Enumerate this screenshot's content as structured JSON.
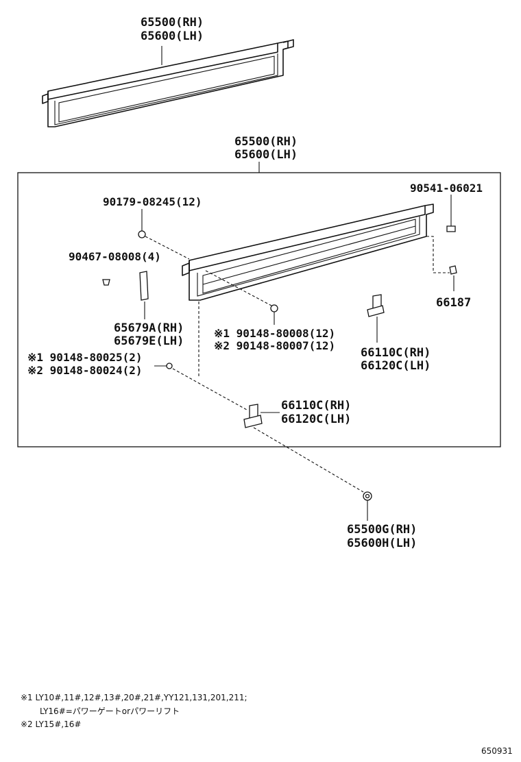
{
  "labels": {
    "top_rh": "65500(RH)",
    "top_lh": "65600(LH)",
    "box_rh": "65500(RH)",
    "box_lh": "65600(LH)",
    "bolt_a": "90179-08245(12)",
    "screw_b": "90541-06021",
    "clip_c": "90467-08008(4)",
    "clip_d": "66187",
    "pad_rh": "65679A(RH)",
    "pad_lh": "65679E(LH)",
    "screw_e1": "※1 90148-80008(12)",
    "screw_e2": "※2 90148-80007(12)",
    "screw_f1": "※1 90148-80025(2)",
    "screw_f2": "※2 90148-80024(2)",
    "bracket1_rh": "66110C(RH)",
    "bracket1_lh": "66120C(LH)",
    "bracket2_rh": "66110C(RH)",
    "bracket2_lh": "66120C(LH)",
    "bottom_rh": "65500G(RH)",
    "bottom_lh": "65600H(LH)"
  },
  "notes": {
    "note1_line1": "※1 LY10#,11#,12#,13#,20#,21#,YY121,131,201,211;",
    "note1_line2": "LY16#=パワーゲートorパワーリフト",
    "note2": "※2 LY15#,16#"
  },
  "diagram_code": "650931"
}
